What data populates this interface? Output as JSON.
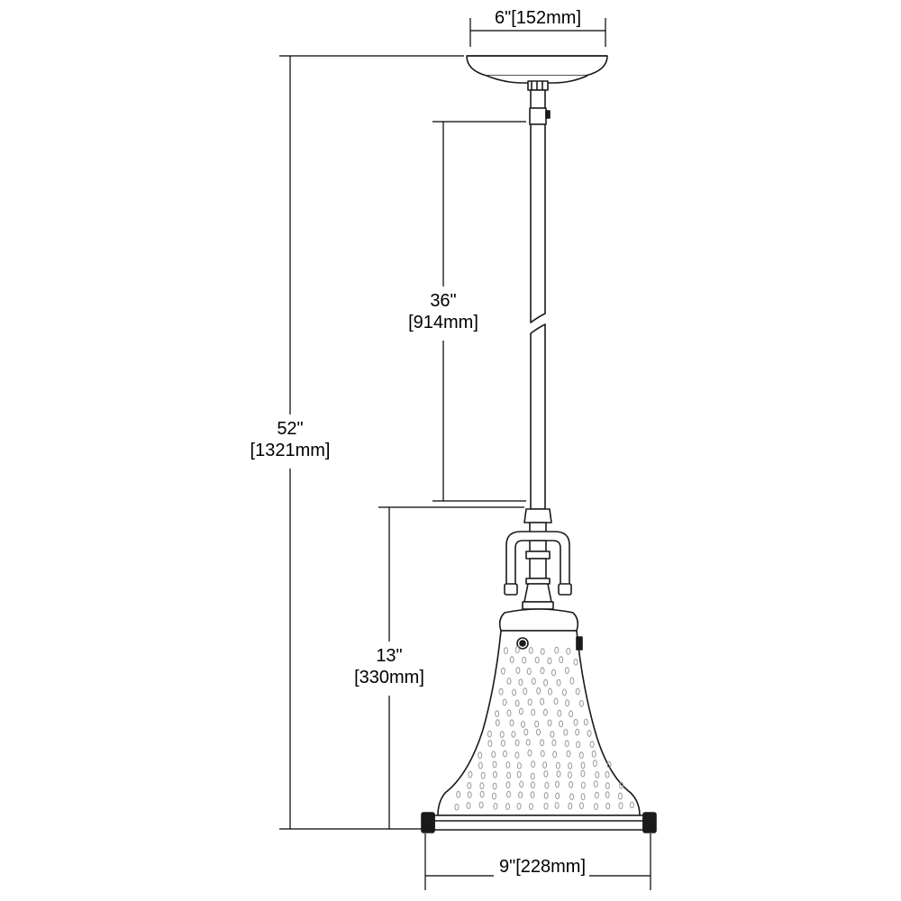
{
  "dimensions": {
    "canopy_width": {
      "text": "6\"[152mm]"
    },
    "overall_height": {
      "line1": "52\"",
      "line2": "[1321mm]"
    },
    "rod_length": {
      "line1": "36\"",
      "line2": "[914mm]"
    },
    "fixture_height": {
      "line1": "13\"",
      "line2": "[330mm]"
    },
    "shade_width": {
      "text": "9\"[228mm]"
    }
  },
  "colors": {
    "line": "#000000",
    "drawing": "#1a1a1a",
    "seeds": "#9a9a9a"
  }
}
